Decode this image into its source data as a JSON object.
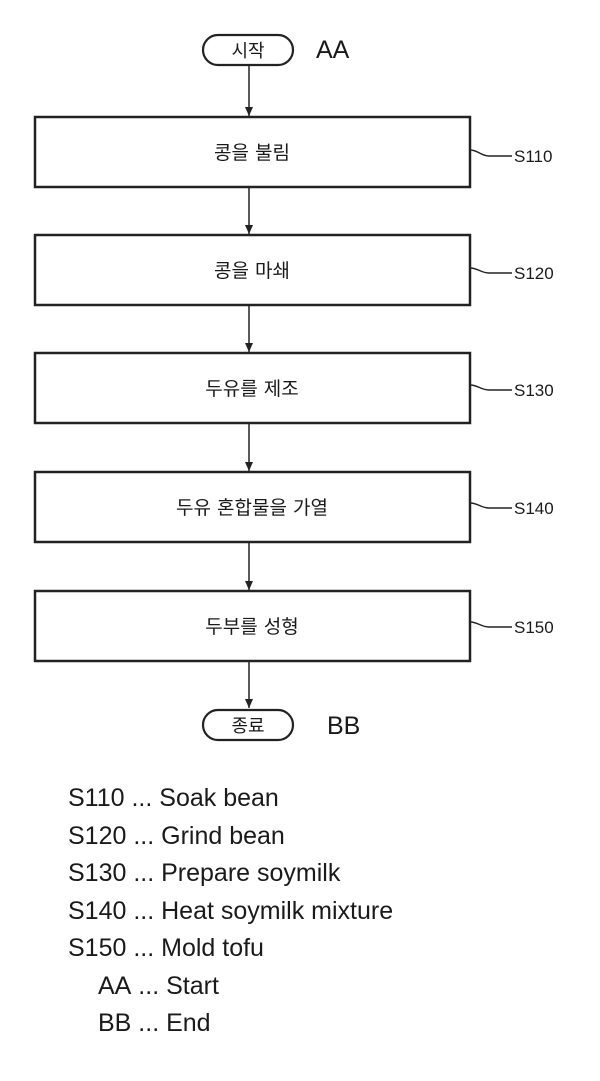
{
  "flowchart": {
    "start": {
      "label": "시작",
      "tag": "AA"
    },
    "end": {
      "label": "종료",
      "tag": "BB"
    },
    "steps": [
      {
        "id": "S110",
        "label": "콩을 불림"
      },
      {
        "id": "S120",
        "label": "콩을 마쇄"
      },
      {
        "id": "S130",
        "label": "두유를 제조"
      },
      {
        "id": "S140",
        "label": "두유 혼합물을 가열"
      },
      {
        "id": "S150",
        "label": "두부를 성형"
      }
    ]
  },
  "legend": [
    {
      "code": "S110",
      "sep": " ... ",
      "text": "Soak bean"
    },
    {
      "code": "S120",
      "sep": " ... ",
      "text": "Grind bean"
    },
    {
      "code": "S130",
      "sep": " ... ",
      "text": "Prepare soymilk"
    },
    {
      "code": "S140",
      "sep": " ... ",
      "text": "Heat soymilk mixture"
    },
    {
      "code": "S150",
      "sep": " ... ",
      "text": "Mold tofu"
    },
    {
      "code": "AA",
      "sep": " ... ",
      "text": "Start"
    },
    {
      "code": "BB",
      "sep": " ... ",
      "text": "End"
    }
  ]
}
